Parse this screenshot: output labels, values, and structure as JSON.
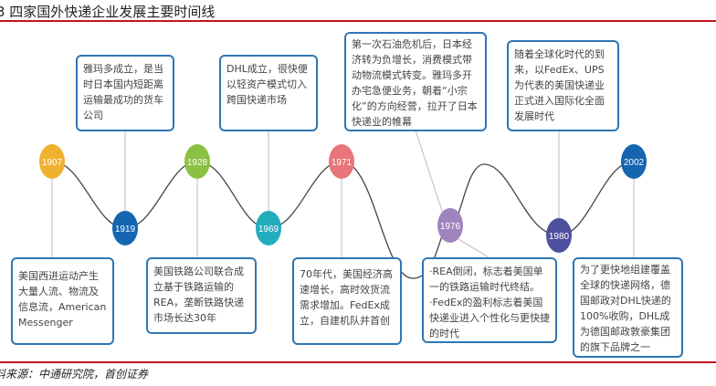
{
  "title": "3 四家国外快递企业发展主要时间线",
  "source": "料来源：中通研究院，首创证券",
  "milestones": [
    {
      "year": "1907",
      "color": "#efb12f",
      "text": "美国西进运动产生大量人流、物流及信息流，American Messenger"
    },
    {
      "year": "1919",
      "color": "#1565b0",
      "text": "雅玛多成立，是当时日本国内短距离运输最成功的货车公司"
    },
    {
      "year": "1928",
      "color": "#8cc043",
      "text": "美国铁路公司联合成立基于铁路运输的REA，垄断铁路快递市场长达30年"
    },
    {
      "year": "1969",
      "color": "#22adbd",
      "text": "DHL成立，很快便以轻资产模式切入跨国快递市场"
    },
    {
      "year": "1971",
      "color": "#e8757a",
      "text": "70年代，美国经济高速增长，高时效货流需求增加。FedEx成立，自建机队并首创"
    },
    {
      "year": "1976",
      "color": "#a084bf",
      "text": "第一次石油危机后，日本经济转为负增长，消费模式带动物流模式转变。雅玛多开办宅急便业务，朝着“小宗化”的方向经营，拉开了日本快递业的帷幕"
    },
    {
      "year": "1976b",
      "color": "#a084bf",
      "text": "·REA倒闭，标志着美国单一的铁路运输时代终结。 ·FedEx的盈利标志着美国快递业进入个性化与更快捷的时代"
    },
    {
      "year": "1980",
      "color": "#4f4fa0",
      "text": "随着全球化时代的到来，以FedEx、UPS为代表的美国快递业正式进入国际化全面发展时代"
    },
    {
      "year": "2002",
      "color": "#1565b0",
      "text": "为了更快地组建覆盖全球的快递网络，德国邮政对DHL快递的100%收购，DHL成为德国邮政敦豪集团的旗下品牌之一"
    }
  ]
}
